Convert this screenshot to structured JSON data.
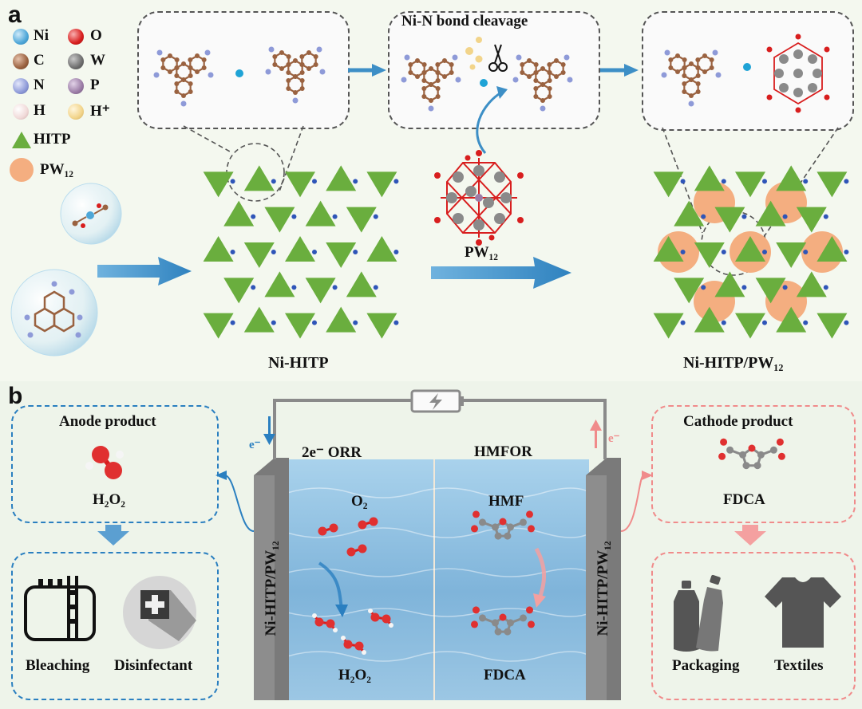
{
  "panel_a": {
    "letter": "a",
    "legend": [
      {
        "symbol": "Ni",
        "color": "#4ea7d8"
      },
      {
        "symbol": "O",
        "color": "#d81e1e"
      },
      {
        "symbol": "C",
        "color": "#9a6240"
      },
      {
        "symbol": "W",
        "color": "#6e6e6e"
      },
      {
        "symbol": "N",
        "color": "#8e9ad8"
      },
      {
        "symbol": "P",
        "color": "#9b7ca6"
      },
      {
        "symbol": "H",
        "color": "#f1dad9"
      },
      {
        "symbol": "H⁺",
        "color": "#f2d48a"
      }
    ],
    "legend_hitp": "HITP",
    "legend_pw": "PW₁₂",
    "bond_cleavage": "Ni-N bond cleavage",
    "pw12_label": "PW₁₂",
    "ni_hitp_label": "Ni-HITP",
    "composite_label": "Ni-HITP/PW₁₂",
    "colors": {
      "hitp_green": "#6aae3e",
      "pw_orange": "#f4ae80",
      "arrow_blue": "#3d8fc6"
    }
  },
  "panel_b": {
    "letter": "b",
    "anode_title": "Anode product",
    "anode_product": "H₂O₂",
    "anode_uses": [
      "Bleaching",
      "Disinfectant"
    ],
    "cathode_title": "Cathode product",
    "cathode_product": "FDCA",
    "cathode_uses": [
      "Packaging",
      "Textiles"
    ],
    "left_half": "2e⁻ ORR",
    "right_half": "HMFOR",
    "left_reactant": "O₂",
    "left_product": "H₂O₂",
    "right_reactant": "HMF",
    "right_product": "FDCA",
    "electrode_label": "Ni-HITP/PW₁₂",
    "electron_label": "e⁻",
    "colors": {
      "anode_blue": "#2a7fc0",
      "cathode_pink": "#f08b8b",
      "electrolyte": "#8fbede"
    }
  }
}
